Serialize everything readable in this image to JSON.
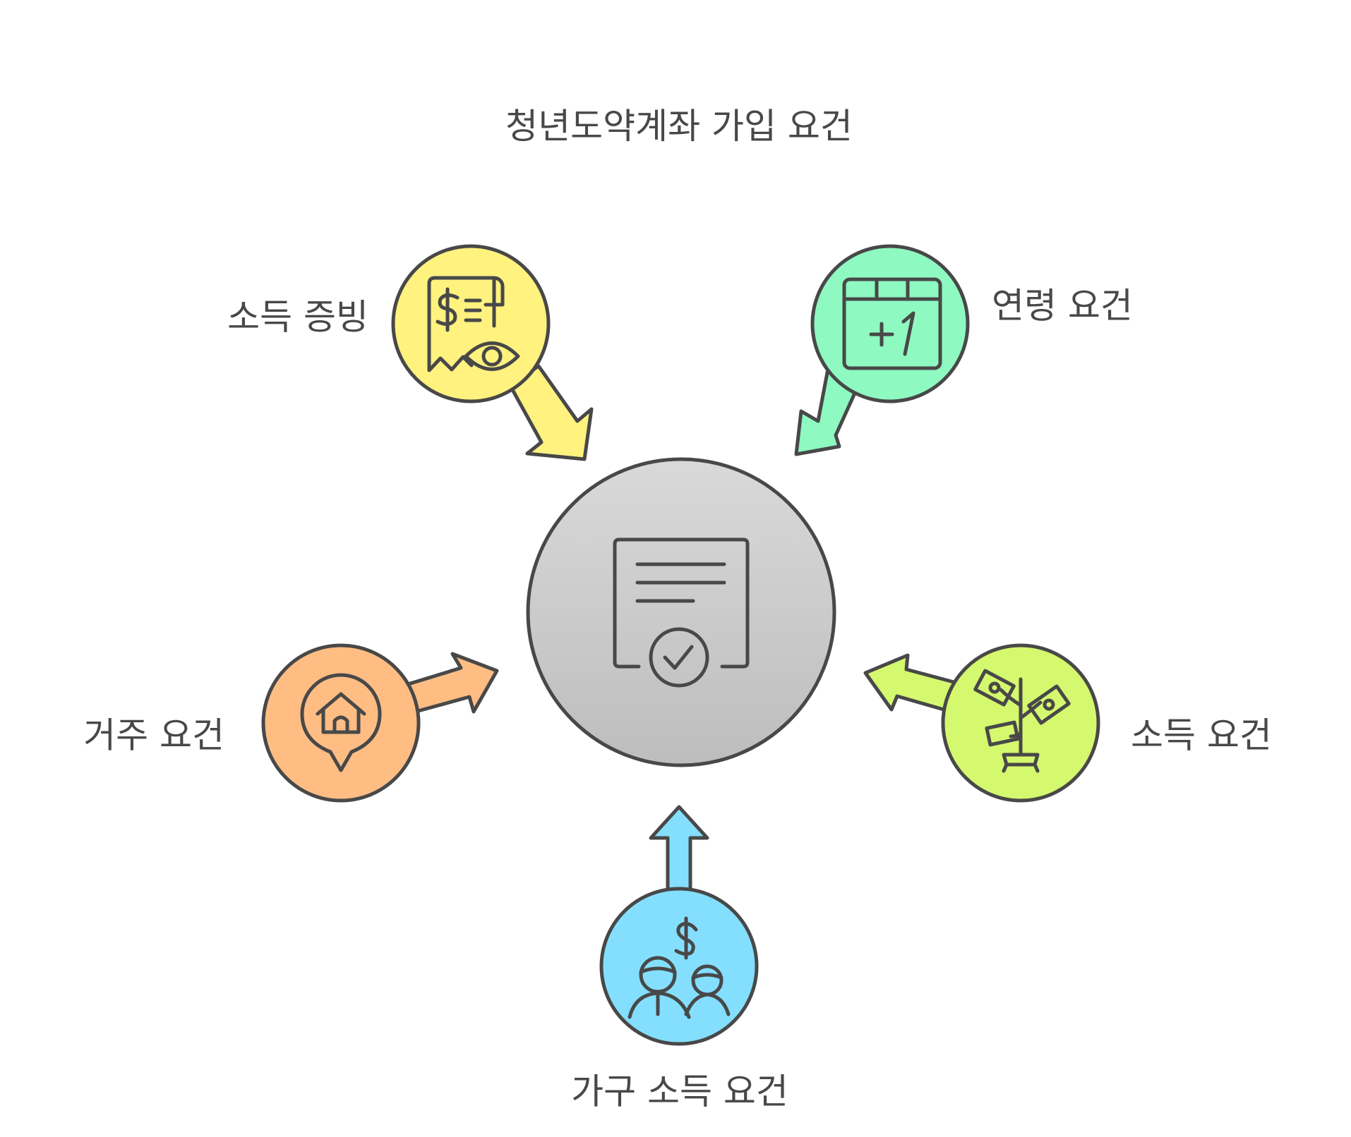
{
  "title": "청년도약계좌 가입 요건",
  "center": {
    "icon": "certificate-check-icon",
    "color": "#cccccc"
  },
  "nodes": [
    {
      "key": "income_proof",
      "label": "소득 증빙",
      "icon": "receipt-eye-icon",
      "color": "#fff27f"
    },
    {
      "key": "age",
      "label": "연령 요건",
      "icon": "calendar-plus-one-icon",
      "color": "#8ef9c1"
    },
    {
      "key": "residence",
      "label": "거주 요건",
      "icon": "home-pin-icon",
      "color": "#ffbd84"
    },
    {
      "key": "income",
      "label": "소득 요건",
      "icon": "money-plant-icon",
      "color": "#d4f86e"
    },
    {
      "key": "household_income",
      "label": "가구 소득 요건",
      "icon": "family-money-icon",
      "color": "#84dffe"
    }
  ]
}
